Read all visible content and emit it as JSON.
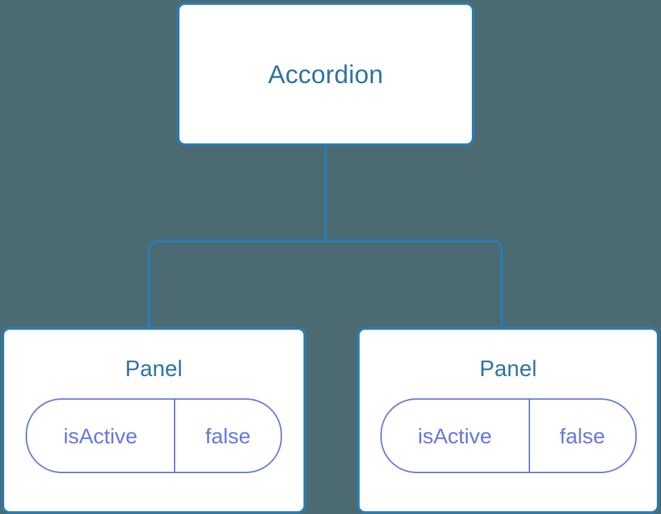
{
  "diagram": {
    "type": "component-tree",
    "background_color": "#4b6a72",
    "node_border_color": "#2e7bae",
    "node_fill_color": "#ffffff",
    "node_title_color": "#2e74a0",
    "prop_color": "#6678dd",
    "edge_color": "#2e7bae",
    "root": {
      "label": "Accordion"
    },
    "children": [
      {
        "label": "Panel",
        "props": [
          {
            "key": "isActive",
            "value": "false"
          }
        ]
      },
      {
        "label": "Panel",
        "props": [
          {
            "key": "isActive",
            "value": "false"
          }
        ]
      }
    ]
  }
}
